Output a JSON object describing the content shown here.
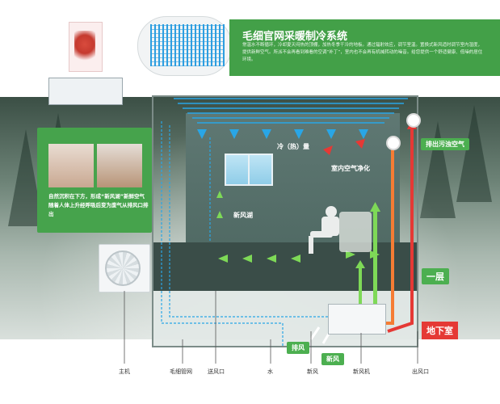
{
  "header": {
    "title": "毛细官网采暖制冷系统",
    "description": "常温水不断循环，冷却夏天闷热的顶棚，加热冬季干冷的地板。通过辐射效应，调节室温。置换式新风适时调节室内湿度，提供新鲜空气。所派不会再看到难看的空调“补丁”，室内也不会再有机械转动的噪音。给您提供一个舒适健康、低噪的居住环境。"
  },
  "left_panel": {
    "caption": "自然沉积在下方，形成“新风湖”新鲜空气随着人体上升经呼吸后变为废气从排风口排出"
  },
  "room_labels": {
    "cold_heat": "冷（热）量",
    "indoor_purify": "室内空气净化",
    "fresh_air_lake": "新风湖",
    "exhaust_dirty": "排出污浊空气",
    "floor_1": "一层",
    "basement": "地下室",
    "exhaust": "排风",
    "fresh_air_tag": "新风"
  },
  "bottom_labels": [
    "主机",
    "毛细管网",
    "送风口",
    "水",
    "新风",
    "新风机",
    "出风口"
  ],
  "icons": {
    "lung": "lung-diagram-icon",
    "hru": "heat-recovery-unit-icon",
    "coil": "capillary-mat-icon",
    "ac": "outdoor-unit-icon",
    "vent": "fresh-air-unit-icon",
    "person": "person-on-sofa-icon"
  },
  "colors": {
    "green": "#43a048",
    "red": "#e53935",
    "blue": "#29a6e6",
    "orange": "#f57c34",
    "light_green": "#7ed957"
  }
}
